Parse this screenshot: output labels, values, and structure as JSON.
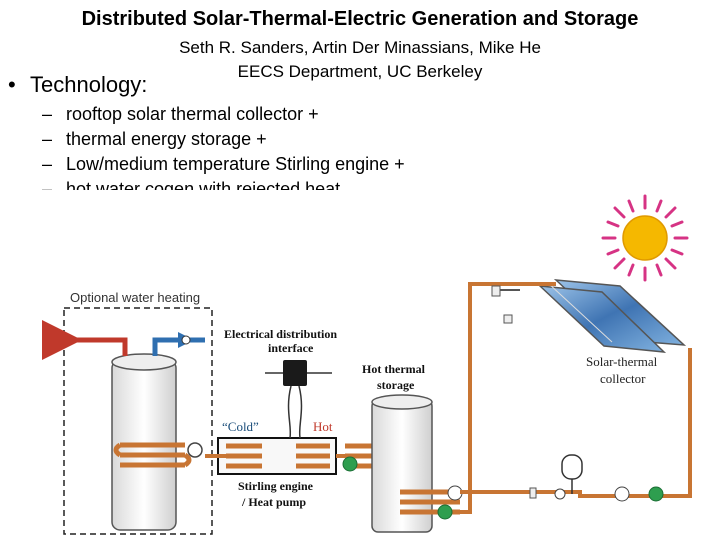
{
  "header": {
    "title": "Distributed Solar-Thermal-Electric Generation and Storage",
    "authors": "Seth R. Sanders, Artin Der Minassians, Mike He",
    "department": "EECS Department, UC Berkeley"
  },
  "content": {
    "bullet_marker": "•",
    "bullet": "Technology:",
    "dash": "–",
    "items": [
      "rooftop solar thermal collector +",
      "thermal energy storage +",
      "Low/medium temperature Stirling engine +",
      "hot water cogen with rejected heat"
    ]
  },
  "diagram": {
    "optional_water_heating": "Optional water heating",
    "electrical_line1": "Electrical distribution",
    "electrical_line2": "interface",
    "hot_storage_line1": "Hot thermal",
    "hot_storage_line2": "storage",
    "collector_line1": "Solar-thermal",
    "collector_line2": "collector",
    "cold": "“Cold”",
    "hot": "Hot",
    "engine_line1": "Stirling engine",
    "engine_line2": "/ Heat pump",
    "colors": {
      "pipe_red": "#c0392b",
      "pipe_orange": "#c87533",
      "pipe_blue": "#2f6fb0",
      "sun": "#f5b800",
      "sun_rays": "#d63384",
      "panel": "#4a7fb8",
      "pump": "#2e9e4f"
    }
  }
}
